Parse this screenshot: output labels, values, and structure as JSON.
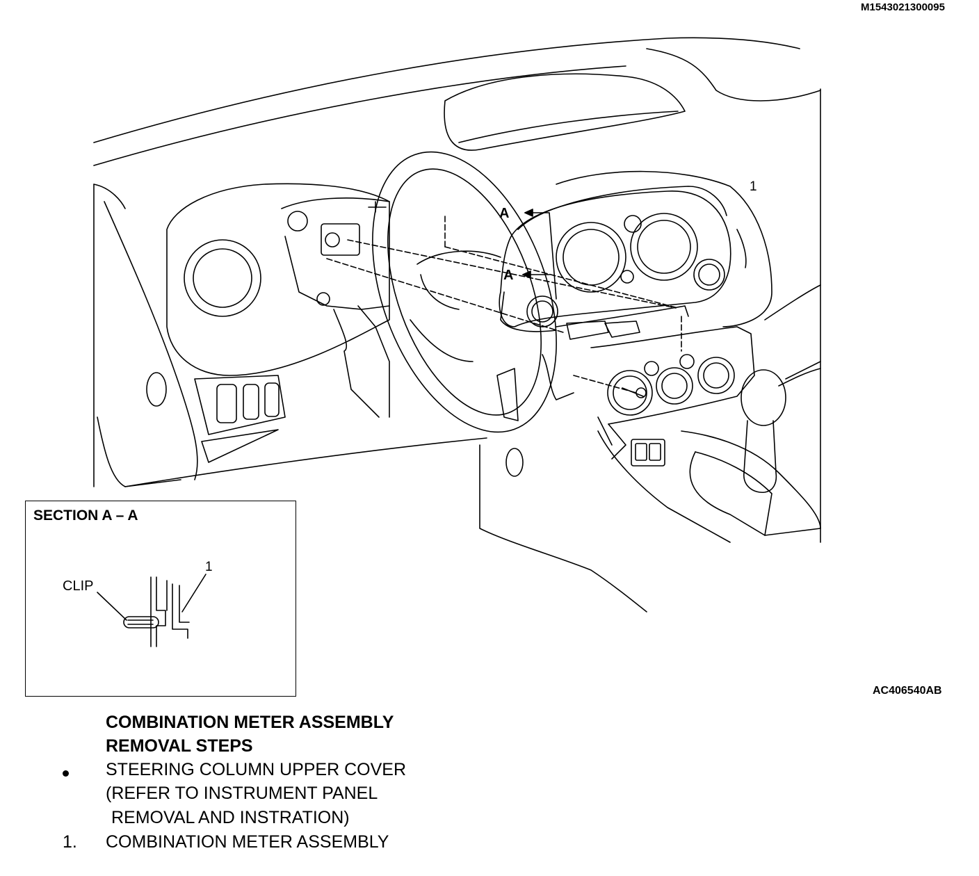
{
  "document_id": "M1543021300095",
  "figure_id": "AC406540AB",
  "diagram": {
    "callout_main": "1",
    "section_marker": "A",
    "section": {
      "title": "SECTION A – A",
      "clip_label": "CLIP",
      "callout": "1"
    }
  },
  "removal": {
    "title_line1": "COMBINATION METER ASSEMBLY",
    "title_line2": "REMOVAL STEPS",
    "bullet_item": {
      "line1": "STEERING COLUMN UPPER COVER",
      "line2": "(REFER TO INSTRUMENT PANEL",
      "line3": "REMOVAL AND INSTRATION)"
    },
    "numbered_item": {
      "number": "1.",
      "label": "COMBINATION METER ASSEMBLY"
    }
  }
}
